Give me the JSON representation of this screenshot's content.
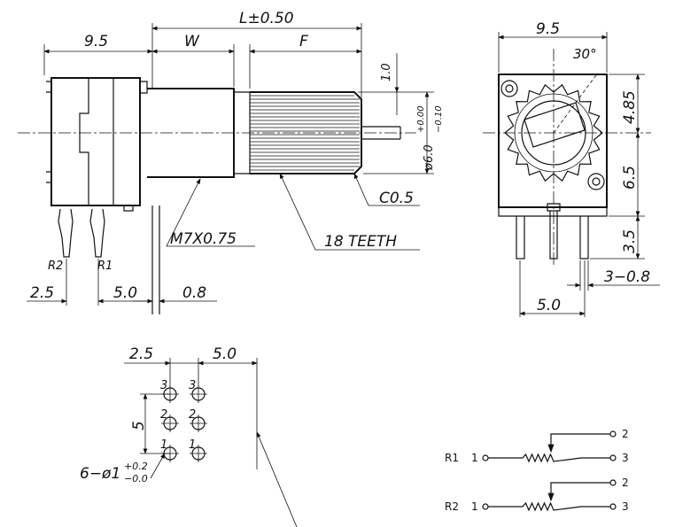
{
  "side_view": {
    "dim_body": "9.5",
    "dim_W": "W",
    "dim_L": "L±0.50",
    "dim_F": "F",
    "dim_10": "1.0",
    "dim_shaft": "ø6.0",
    "tol_plus": "+0.00",
    "tol_minus": "−0.10",
    "chamfer": "C0.5",
    "thread": "M7X0.75",
    "teeth": "18  TEETH",
    "pin_r2": "R2",
    "pin_r1": "R1",
    "dim_25": "2.5",
    "dim_50": "5.0",
    "dim_08": "0.8"
  },
  "front_view": {
    "dim_width": "9.5",
    "angle": "30°",
    "dim_485": "4.85",
    "dim_65": "6.5",
    "dim_35": "3.5",
    "dim_3_08": "3−0.8",
    "dim_50": "5.0"
  },
  "pcb_layout": {
    "dim_25": "2.5",
    "dim_50": "5.0",
    "dim_5": "5",
    "pin_labels": [
      "3",
      "3",
      "2",
      "2",
      "1",
      "1"
    ],
    "hole_main": "6−ø1",
    "hole_plus": "+0.2",
    "hole_minus": "−0.0"
  },
  "schematic": {
    "r1": {
      "name": "R1",
      "t1": "1",
      "t2": "2",
      "t3": "3"
    },
    "r2": {
      "name": "R2",
      "t1": "1",
      "t2": "2",
      "t3": "3"
    }
  }
}
